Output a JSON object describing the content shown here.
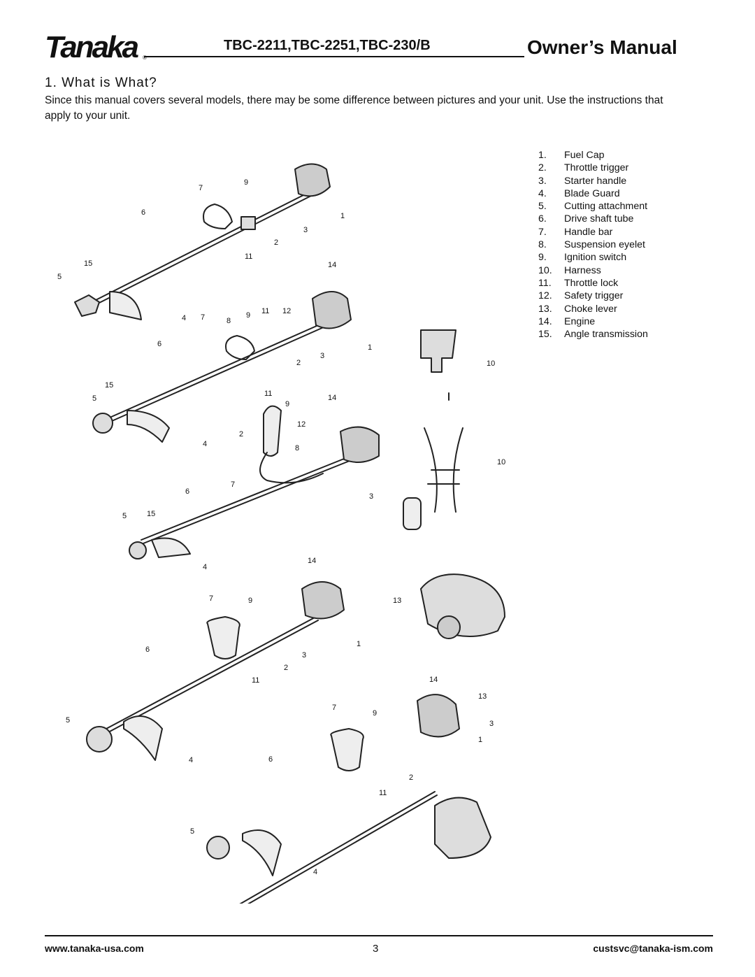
{
  "header": {
    "logo_text": "Tanaka",
    "logo_mark": "®",
    "models": "TBC-2211,TBC-2251,TBC-230/B",
    "title": "Owner’s Manual"
  },
  "section": {
    "heading": "1. What is What?",
    "intro": "Since this manual covers several models, there may be some difference between pictures and your unit. Use the instructions that apply to your unit."
  },
  "parts": [
    {
      "num": "1.",
      "label": "Fuel Cap"
    },
    {
      "num": "2.",
      "label": "Throttle trigger"
    },
    {
      "num": "3.",
      "label": "Starter handle"
    },
    {
      "num": "4.",
      "label": "Blade Guard"
    },
    {
      "num": "5.",
      "label": "Cutting attachment"
    },
    {
      "num": "6.",
      "label": "Drive shaft tube"
    },
    {
      "num": "7.",
      "label": "Handle bar"
    },
    {
      "num": "8.",
      "label": "Suspension eyelet"
    },
    {
      "num": "9.",
      "label": "Ignition switch"
    },
    {
      "num": "10.",
      "label": "Harness"
    },
    {
      "num": "11.",
      "label": "Throttle lock"
    },
    {
      "num": "12.",
      "label": "Safety trigger"
    },
    {
      "num": "13.",
      "label": "Choke lever"
    },
    {
      "num": "14.",
      "label": "Engine"
    },
    {
      "num": "15.",
      "label": "Angle transmission"
    }
  ],
  "callouts": {
    "unit1": [
      "7",
      "9",
      "6",
      "2",
      "3",
      "1",
      "11",
      "15",
      "5",
      "4",
      "14"
    ],
    "unit2": [
      "7",
      "8",
      "9",
      "11",
      "12",
      "6",
      "2",
      "3",
      "1",
      "15",
      "5",
      "4",
      "14"
    ],
    "unit3": [
      "11",
      "9",
      "2",
      "12",
      "8",
      "7",
      "6",
      "3",
      "5",
      "15",
      "4"
    ],
    "unit4": [
      "14",
      "7",
      "9",
      "6",
      "2",
      "3",
      "1",
      "11",
      "5",
      "4"
    ],
    "unit5": [
      "14",
      "13",
      "7",
      "9",
      "3",
      "1",
      "2",
      "11",
      "6",
      "5",
      "4"
    ],
    "harness": [
      "10",
      "10"
    ],
    "choke": [
      "13"
    ]
  },
  "footer": {
    "website": "www.tanaka-usa.com",
    "page": "3",
    "email": "custsvc@tanaka-ism.com"
  }
}
